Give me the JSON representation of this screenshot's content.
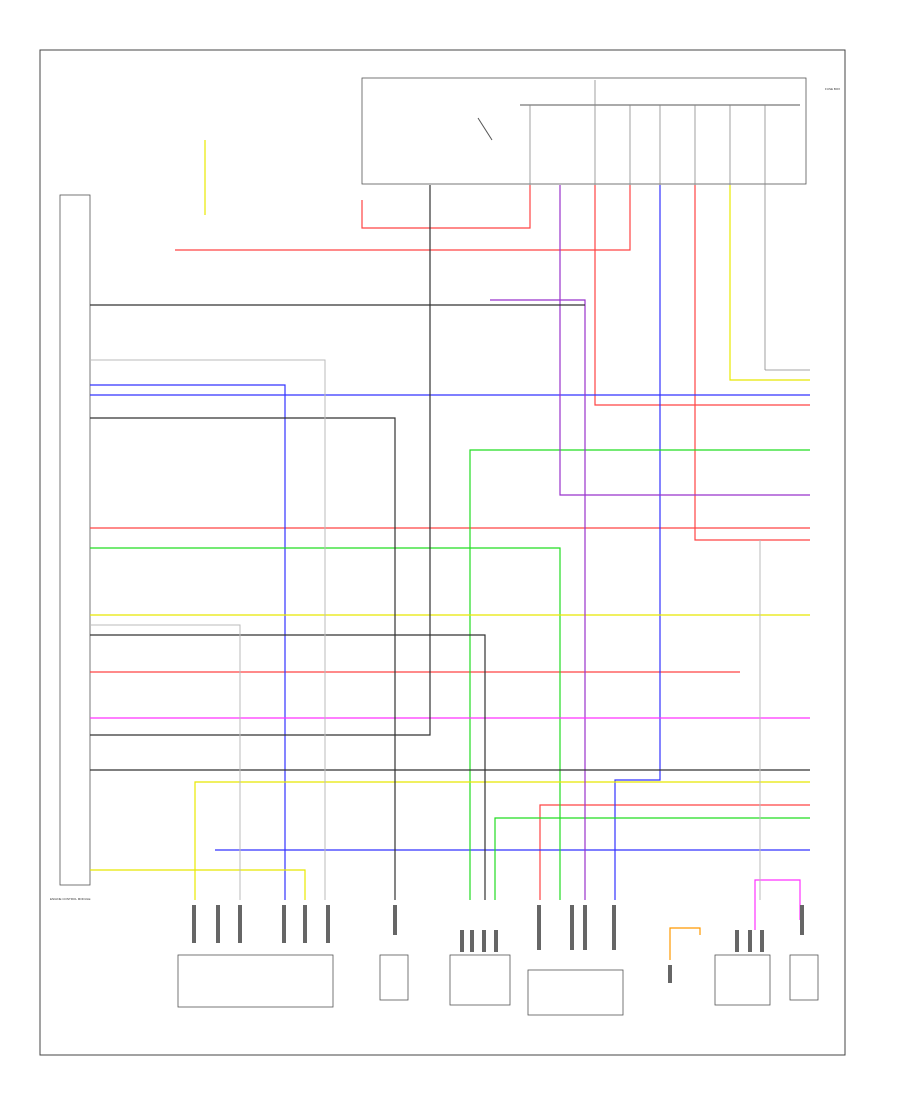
{
  "fuse_box_label": "FUSE BOX",
  "ecm_label": "ENGINE CONTROL MODULE",
  "ground_label": "",
  "footer_code": "",
  "wires": [
    {
      "name": "wire-red",
      "color": "#ff4444"
    },
    {
      "name": "wire-blue",
      "color": "#3333ff"
    },
    {
      "name": "wire-green",
      "color": "#22dd22"
    },
    {
      "name": "wire-yellow",
      "color": "#e8e800"
    },
    {
      "name": "wire-violet",
      "color": "#9933cc"
    },
    {
      "name": "wire-pink",
      "color": "#ff33ff"
    },
    {
      "name": "wire-orange",
      "color": "#ff9900"
    },
    {
      "name": "wire-black",
      "color": "#333333"
    },
    {
      "name": "wire-gray",
      "color": "#999999"
    }
  ],
  "components": [
    {
      "id": "sensor-1",
      "label": ""
    },
    {
      "id": "sensor-2",
      "label": ""
    },
    {
      "id": "sensor-3",
      "label": ""
    },
    {
      "id": "sensor-4",
      "label": ""
    },
    {
      "id": "sensor-5",
      "label": ""
    },
    {
      "id": "sensor-6",
      "label": ""
    },
    {
      "id": "sensor-7",
      "label": ""
    }
  ]
}
